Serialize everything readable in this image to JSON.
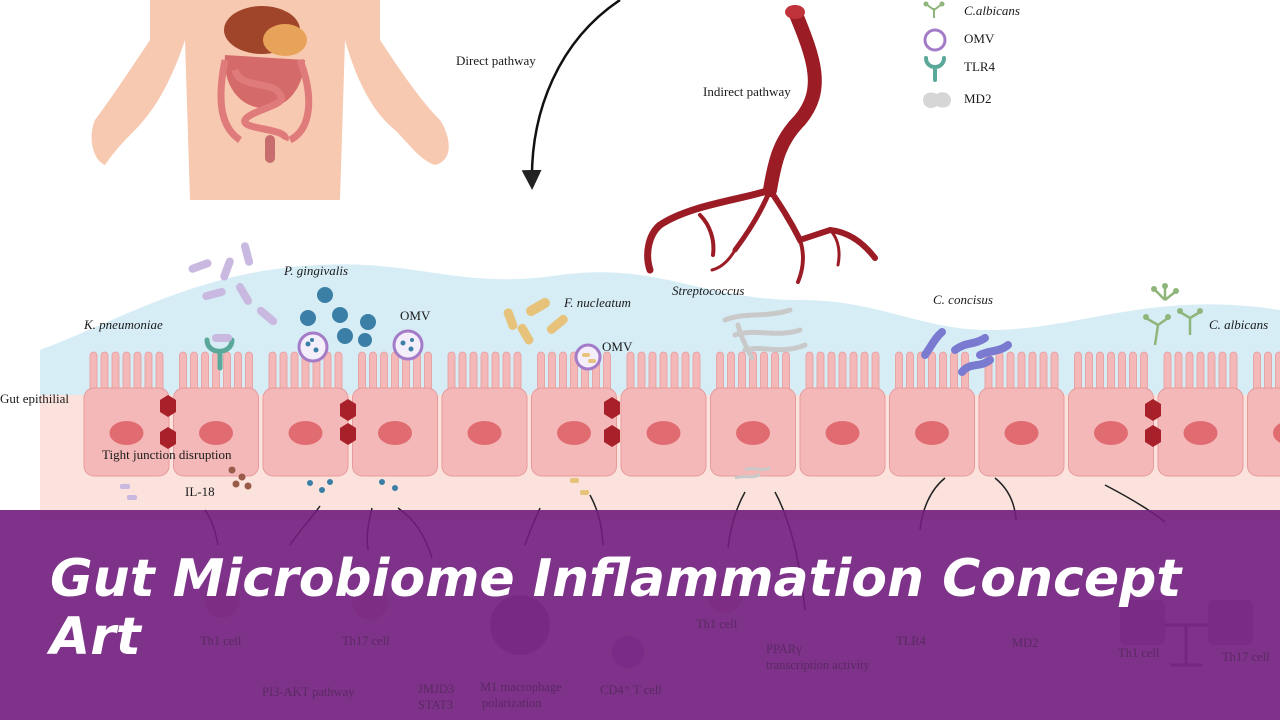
{
  "legend": [
    {
      "label": "C.albicans",
      "icon": "c-albicans-icon"
    },
    {
      "label": "OMV",
      "icon": "omv-icon"
    },
    {
      "label": "TLR4",
      "icon": "tlr4-icon"
    },
    {
      "label": "MD2",
      "icon": "md2-icon"
    }
  ],
  "pathways": {
    "direct": "Direct pathway",
    "indirect": "Indirect pathway"
  },
  "microbes": {
    "k_pneumoniae": "K. pneumoniae",
    "p_gingivalis": "P. gingivalis",
    "f_nucleatum": "F. nucleatum",
    "streptococcus": "Streptococcus",
    "c_concisus": "C. concisus",
    "c_albicans": "C. albicans"
  },
  "omv_labels": [
    "OMV",
    "OMV"
  ],
  "tissue": {
    "gut_epithelial": "Gut epithilial",
    "tight_junction": "Tight junction disruption",
    "il18": "IL-18"
  },
  "lower_labels": {
    "th1_a": "Th1 cell",
    "th17_a": "Th17 cell",
    "pi3k": "PI3-AKT pathway",
    "jmjd3": "JMJD3",
    "stat3": "STAT3",
    "m1_a": "M1 macrophage",
    "m1_b": "polarization",
    "cd4": "CD4⁺ T cell",
    "th1_b": "Th1 cell",
    "ppar_a": "PPARγ",
    "ppar_b": "transcription activity",
    "tlr4": "TLR4",
    "md2": "MD2",
    "th1_c": "Th1 cell",
    "th17_b": "Th17 cell"
  },
  "banner": {
    "title": "Gut Microbiome Inflammation Concept Art"
  },
  "colors": {
    "banner": "#701c7c",
    "epithelium": "#f4b8b8",
    "mucus": "#d6edf6",
    "vessel": "#9b1c24"
  }
}
